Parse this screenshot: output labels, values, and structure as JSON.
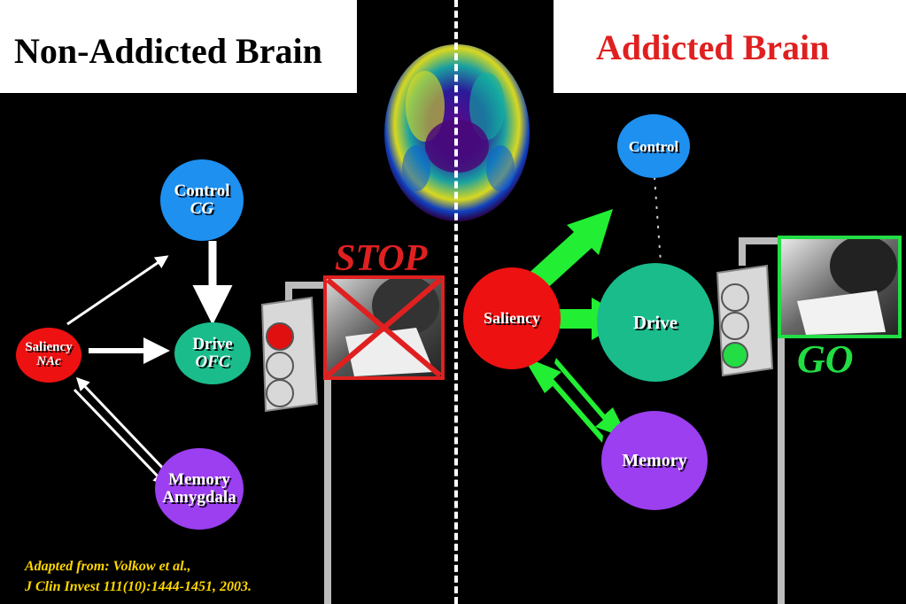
{
  "left_panel": {
    "title": "Non-Addicted Brain",
    "nodes": {
      "control": {
        "label": "Control",
        "sub": "CG",
        "color": "#1e90f0"
      },
      "drive": {
        "label": "Drive",
        "sub": "OFC",
        "color": "#1abc8c"
      },
      "saliency": {
        "label": "Saliency",
        "sub": "NAc",
        "color": "#ee1111"
      },
      "memory": {
        "label": "Memory",
        "sub": "Amygdala",
        "color": "#9b3ff0"
      }
    },
    "signal_label": "STOP",
    "signal_color": "#e02020",
    "traffic_light_active": "red"
  },
  "right_panel": {
    "title": "Addicted Brain",
    "title_color": "#e02020",
    "nodes": {
      "control": {
        "label": "Control",
        "color": "#1e90f0"
      },
      "saliency": {
        "label": "Saliency",
        "color": "#ee1111"
      },
      "drive": {
        "label": "Drive",
        "color": "#1abc8c"
      },
      "memory": {
        "label": "Memory",
        "color": "#9b3ff0"
      }
    },
    "signal_label": "GO",
    "signal_color": "#22dd44",
    "traffic_light_active": "green"
  },
  "citation": {
    "line1": "Adapted from: Volkow et al.,",
    "line2": "J Clin Invest 111(10):1444-1451, 2003."
  },
  "icons": [
    "brain-scan-icon",
    "traffic-light-icon",
    "photo-person-icon"
  ]
}
